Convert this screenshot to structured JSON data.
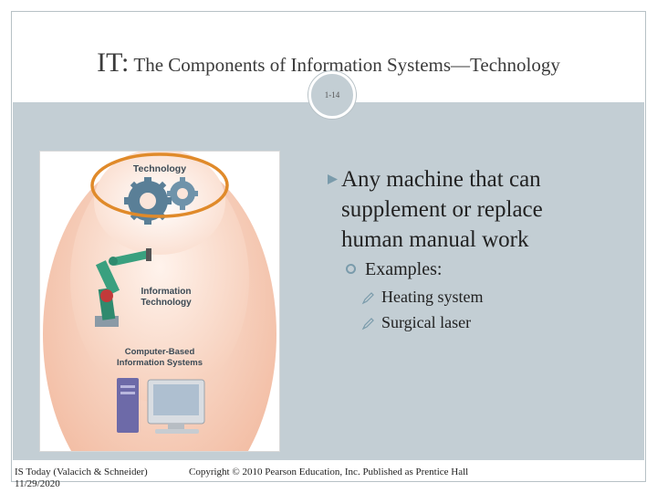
{
  "slide": {
    "title_lead": "IT:",
    "title_rest": "The Components of Information Systems—Technology",
    "slide_number": "1-14"
  },
  "figure": {
    "label_technology": "Technology",
    "label_it_line1": "Information",
    "label_it_line2": "Technology",
    "label_cbis_line1": "Computer-Based",
    "label_cbis_line2": "Information Systems",
    "icons": [
      "gears-icon",
      "robot-arm-icon",
      "computer-icon"
    ],
    "highlight_color": "#e08a2a"
  },
  "bullets": {
    "main_line1": "Any machine that can",
    "main_line2": "supplement or replace",
    "main_line3": "human manual work",
    "sub_label": "Examples:",
    "examples": [
      "Heating system",
      "Surgical laser"
    ]
  },
  "footer": {
    "source": "IS Today (Valacich & Schneider)",
    "date": "11/29/2020",
    "copyright": "Copyright © 2010 Pearson Education, Inc. Published as Prentice Hall"
  },
  "colors": {
    "content_bg": "#c3ced4",
    "title_text": "#3b3b3b",
    "bullet_accent": "#7a9bab"
  }
}
